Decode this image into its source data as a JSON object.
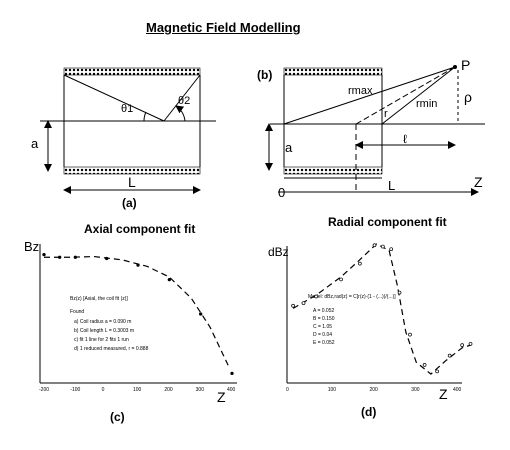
{
  "title": "Magnetic Field Modelling",
  "panel_a": {
    "tag": "(a)",
    "labels": {
      "a": "a",
      "L": "L",
      "theta1": "θ1",
      "theta2": "θ2"
    }
  },
  "panel_b": {
    "tag": "(b)",
    "labels": {
      "P": "P",
      "rho": "ρ",
      "rmax": "rmax",
      "r": "r",
      "rmin": "rmin",
      "ell": "ℓ",
      "a": "a",
      "L": "L",
      "zero": "0",
      "Z": "Z"
    }
  },
  "panel_c": {
    "heading": "Axial component fit",
    "tag": "(c)",
    "ylabel": "Bz",
    "xlabel": "Z",
    "caption_line": "Bz(z) [Axial, the coil fit (z)]",
    "fit_title": "Found",
    "fit_lines": [
      "a) Coil radius a = 0.090 m",
      "b) Coil length L = 0.3003 m",
      "c) fit 1 line for 2 fits 1 run",
      "d) 1 reduced measured, r = 0.888"
    ]
  },
  "panel_d": {
    "heading": "Radial component fit",
    "tag": "(d)",
    "ylabel": "dBz",
    "xlabel": "Z",
    "formula": "Model: dBz,rad(z) = C[r(z)·(1 - (...))/(...)]",
    "params": [
      "A = 0.052",
      "B = 0.150",
      "C = 1.05",
      "D = 0.04",
      "E = 0.052"
    ]
  },
  "chart_data": [
    {
      "type": "scatter",
      "title": "Axial component fit",
      "xlabel": "Z",
      "ylabel": "Bz",
      "x": [
        -200,
        -100,
        0,
        100,
        200,
        300,
        400
      ],
      "points": [
        [
          -200,
          0.95
        ],
        [
          -150,
          0.93
        ],
        [
          -100,
          0.93
        ],
        [
          0,
          0.92
        ],
        [
          100,
          0.87
        ],
        [
          200,
          0.76
        ],
        [
          300,
          0.5
        ],
        [
          400,
          0.05
        ]
      ],
      "fit": [
        [
          -200,
          0.93
        ],
        [
          -120,
          0.93
        ],
        [
          -40,
          0.935
        ],
        [
          50,
          0.91
        ],
        [
          130,
          0.86
        ],
        [
          200,
          0.78
        ],
        [
          270,
          0.62
        ],
        [
          330,
          0.4
        ],
        [
          390,
          0.1
        ]
      ]
    },
    {
      "type": "scatter",
      "title": "Radial component fit",
      "xlabel": "Z",
      "ylabel": "dBz",
      "x": [
        0,
        100,
        200,
        300,
        400
      ],
      "points": [
        [
          5,
          0.5
        ],
        [
          30,
          0.52
        ],
        [
          60,
          0.57
        ],
        [
          120,
          0.7
        ],
        [
          165,
          0.82
        ],
        [
          200,
          0.96
        ],
        [
          220,
          0.95
        ],
        [
          240,
          0.93
        ],
        [
          260,
          0.6
        ],
        [
          285,
          0.28
        ],
        [
          320,
          0.05
        ],
        [
          350,
          0.0
        ],
        [
          380,
          0.12
        ],
        [
          410,
          0.2
        ],
        [
          430,
          0.21
        ]
      ],
      "fit": [
        [
          5,
          0.48
        ],
        [
          60,
          0.58
        ],
        [
          120,
          0.72
        ],
        [
          165,
          0.85
        ],
        [
          205,
          0.97
        ],
        [
          235,
          0.92
        ],
        [
          255,
          0.65
        ],
        [
          275,
          0.3
        ],
        [
          300,
          0.07
        ],
        [
          335,
          -0.02
        ],
        [
          370,
          0.08
        ],
        [
          410,
          0.18
        ],
        [
          430,
          0.2
        ]
      ]
    }
  ]
}
